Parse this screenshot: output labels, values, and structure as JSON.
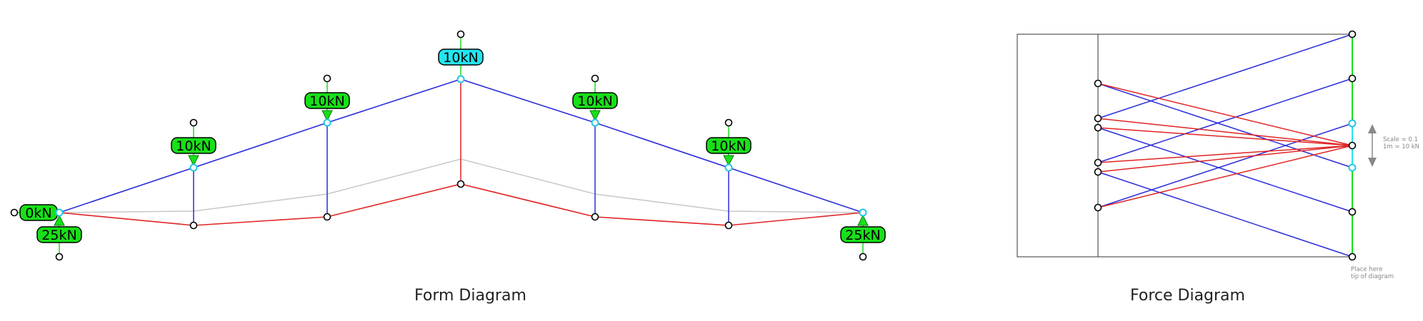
{
  "form_diagram": {
    "caption": "Form Diagram",
    "loads": {
      "support_left_top": "0kN",
      "support_left_reaction": "25kN",
      "node_1": "10kN",
      "node_2": "10kN",
      "apex": "10kN",
      "node_4": "10kN",
      "node_5": "10kN",
      "support_right_reaction": "25kN"
    }
  },
  "force_diagram": {
    "caption": "Force Diagram",
    "scale_line_1": "Scale = 0.1",
    "scale_line_2": "1m = 10 kN",
    "hint_line_1": "Place here",
    "hint_line_2": "tip of diagram"
  },
  "colors": {
    "compression_blue": "#2b2bdc",
    "tension_red": "#e02424",
    "load_green": "#18e018",
    "selected_cyan": "#22e5f0",
    "guide_grey": "#c8c8c8"
  }
}
